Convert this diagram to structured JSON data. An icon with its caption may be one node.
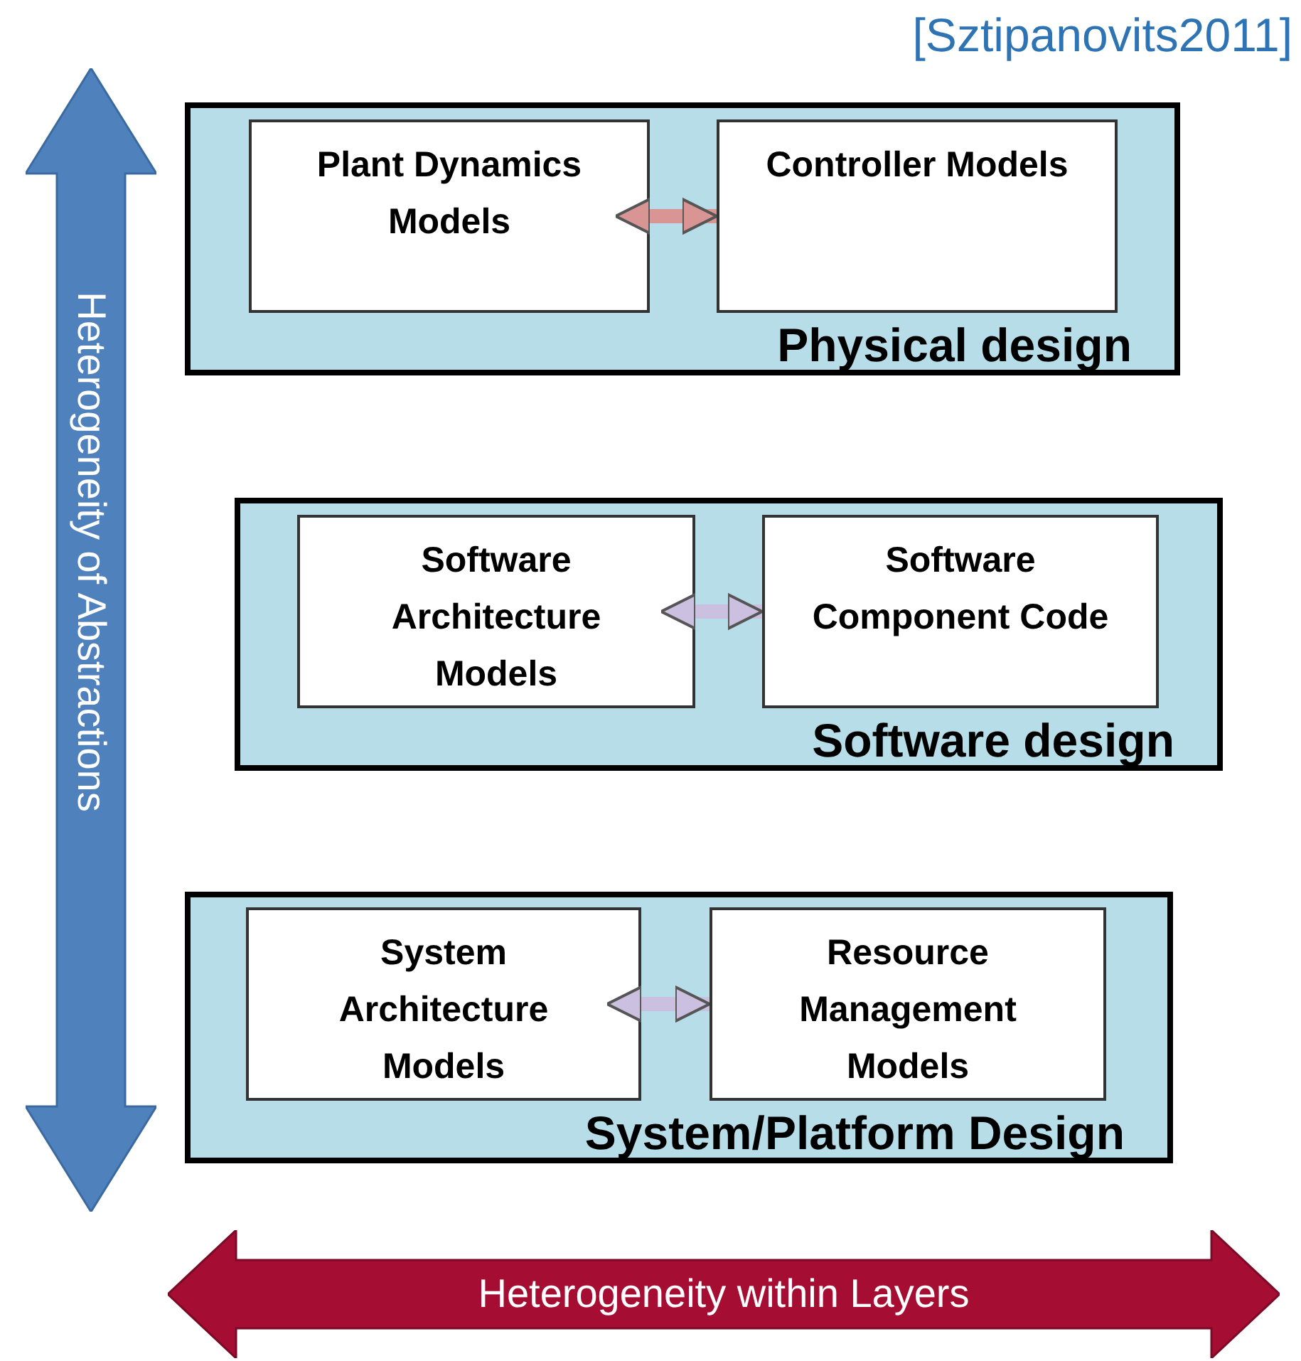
{
  "diagram": {
    "nodes": [
      {
        "text": [
          "Physical design"
        ]
      },
      {
        "text": [
          "Plant Dynamics Models"
        ],
        "in": 0
      },
      {
        "text": [
          "Controller Models"
        ],
        "in": 0
      },
      {
        "text": [
          "Software design"
        ]
      },
      {
        "text": [
          "Software Architecture Models"
        ],
        "in": 3
      },
      {
        "text": [
          "Software Component Code"
        ],
        "in": 3
      },
      {
        "text": [
          "System/Platform Design"
        ]
      },
      {
        "text": [
          "System Architecture Models"
        ],
        "in": 6
      },
      {
        "text": [
          "Resource Management Models"
        ],
        "in": 6
      },
      {
        "text": [
          "Heterogeneity of Abstractions"
        ]
      },
      {
        "text": [
          "Heterogeneity within Layers"
        ]
      }
    ],
    "edges": [
      {
        "from": 1,
        "to": 2,
        "arrow": "both",
        "color": "#d99594"
      },
      {
        "from": 4,
        "to": 5,
        "arrow": "both"
      },
      {
        "from": 7,
        "to": 8,
        "arrow": "both"
      }
    ],
    "labels": [
      "[Sztipanovits2011]"
    ]
  }
}
